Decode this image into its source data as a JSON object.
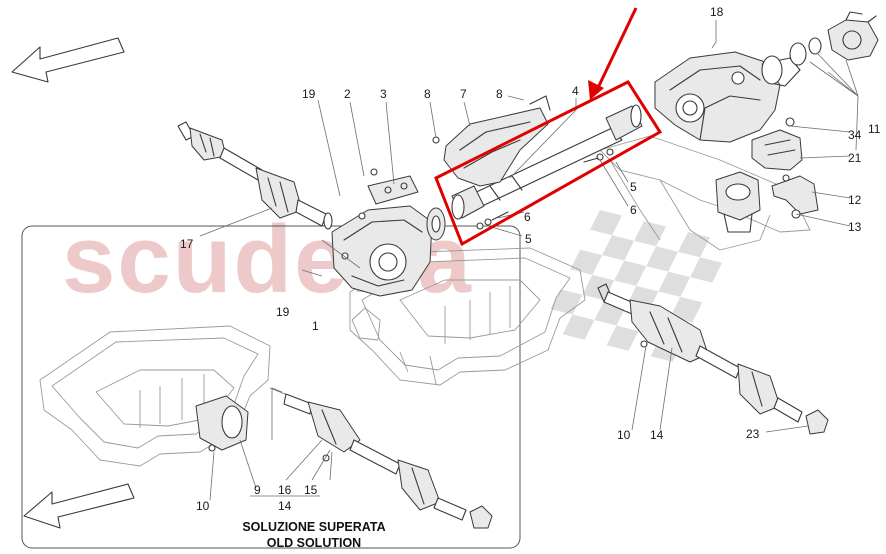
{
  "watermark": {
    "word": "scuderia",
    "color": "#e8b7b7",
    "checker_color": "#d6d6d6"
  },
  "callouts": [
    "1",
    "2",
    "3",
    "4",
    "5",
    "5",
    "6",
    "6",
    "7",
    "8",
    "8",
    "9",
    "10",
    "10",
    "11",
    "12",
    "13",
    "14",
    "14",
    "15",
    "16",
    "17",
    "18",
    "19",
    "19",
    "21",
    "23",
    "34"
  ],
  "inset": {
    "caption_it": "SOLUZIONE SUPERATA",
    "caption_en": "OLD SOLUTION"
  },
  "highlight": {
    "color": "#e00000"
  },
  "icons": [
    "direction-arrow-icon",
    "direction-arrow-icon"
  ]
}
